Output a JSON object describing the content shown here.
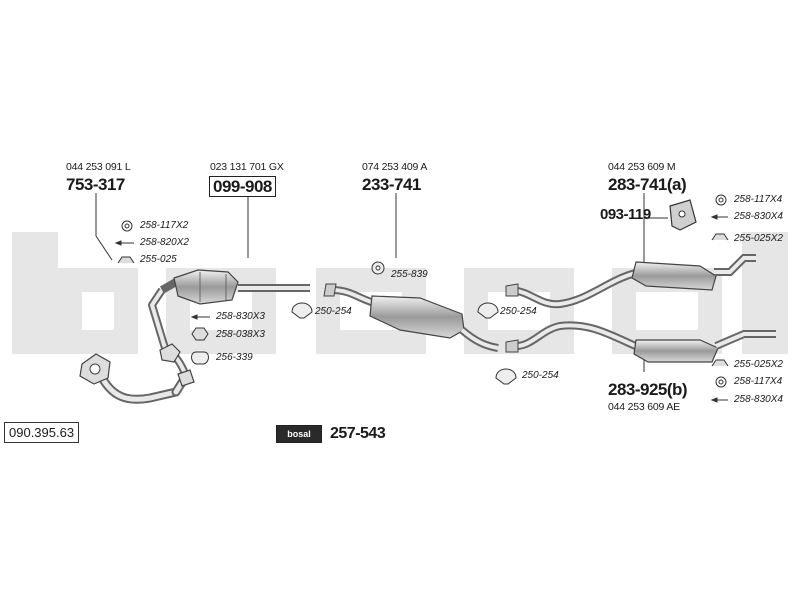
{
  "reference_code": "090.395.63",
  "brand_label": "bosal",
  "mounting_kit": {
    "part": "257-543"
  },
  "parts": {
    "front_pipe": {
      "oe": "044 253 091 L",
      "part": "753-317",
      "accessories": [
        "258-117X2",
        "258-820X2",
        "255-025"
      ]
    },
    "catalyst": {
      "oe": "023 131 701 GX",
      "part": "099-908",
      "accessories": [
        "258-830X3",
        "258-038X3",
        "256-339"
      ]
    },
    "middle_silencer": {
      "oe": "074 253 409 A",
      "part": "233-741",
      "accessories": [
        "255-839"
      ]
    },
    "rear_silencer_a": {
      "oe": "044 253 609 M",
      "part": "283-741(a)",
      "accessories": [
        "258-117X4",
        "258-830X4",
        "255-025X2"
      ]
    },
    "bracket": {
      "part": "093-119"
    },
    "rear_silencer_b": {
      "oe": "044 253 609 AE",
      "part": "283-925(b)",
      "accessories": [
        "255-025X2",
        "258-117X4",
        "258-830X4"
      ]
    }
  },
  "clamps": [
    "250-254",
    "250-254",
    "250-254"
  ],
  "colors": {
    "ink": "#1a1a1a",
    "pipe": "#8c8c8c",
    "watermark": "#e3e3e3"
  }
}
